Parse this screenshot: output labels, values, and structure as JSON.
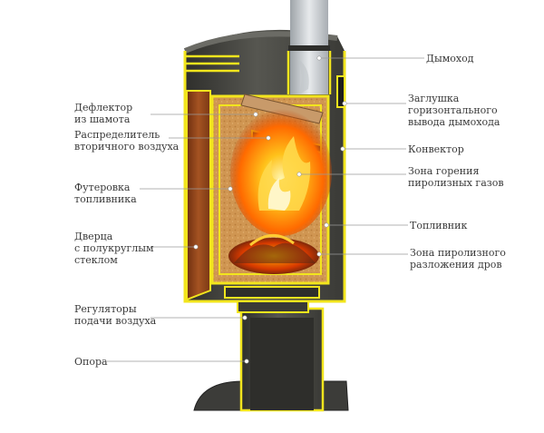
{
  "colors": {
    "metal": "#4a4a46",
    "metal_dark": "#2e2e2b",
    "outline": "#f2e51d",
    "copper": "#9a4a1c",
    "fireclay": "#d39a55",
    "fire": "#ff8a00",
    "leader": "#9a9a9a"
  },
  "labels": {
    "chimney": "Дымоход",
    "plug_l1": "Заглушка",
    "plug_l2": "горизонтального",
    "plug_l3": "вывода  дымохода",
    "convector": "Конвектор",
    "combustion_l1": "Зона горения",
    "combustion_l2": "пиролизных газов",
    "firebox": "Топливник",
    "pyrolysis_l1": "Зона пиролизного",
    "pyrolysis_l2": "разложения дров",
    "deflector_l1": "Дефлектор",
    "deflector_l2": "из шамота",
    "distributor_l1": "Распределитель",
    "distributor_l2": "вторичного воздуха",
    "lining_l1": "Футеровка",
    "lining_l2": "топливника",
    "door_l1": "Дверца",
    "door_l2": "с полукруглым",
    "door_l3": "стеклом",
    "regulators_l1": "Регуляторы",
    "regulators_l2": "подачи воздуха",
    "support": "Опора"
  }
}
